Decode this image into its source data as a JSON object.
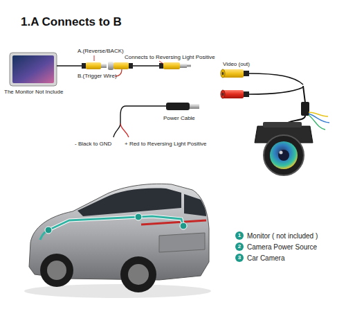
{
  "diagram": {
    "title": "1.A Connects to B",
    "labels": [
      "The Monitor Not Include",
      "A.(Reverse/BACK)",
      "Connects to Reversing Light Positive",
      "B.(Trigger Wire)",
      "Video (out)",
      "Power Cable",
      "- Black to GND",
      "+ Red to Reversing Light Positive",
      "1",
      "2",
      "3"
    ],
    "legend": [
      {
        "text": "Monitor ( not included )",
        "color": "#1e9a8a"
      },
      {
        "text": "Camera Power Source",
        "color": "#1e9a8a"
      },
      {
        "text": "Car Camera",
        "color": "#1e9a8a"
      }
    ]
  }
}
